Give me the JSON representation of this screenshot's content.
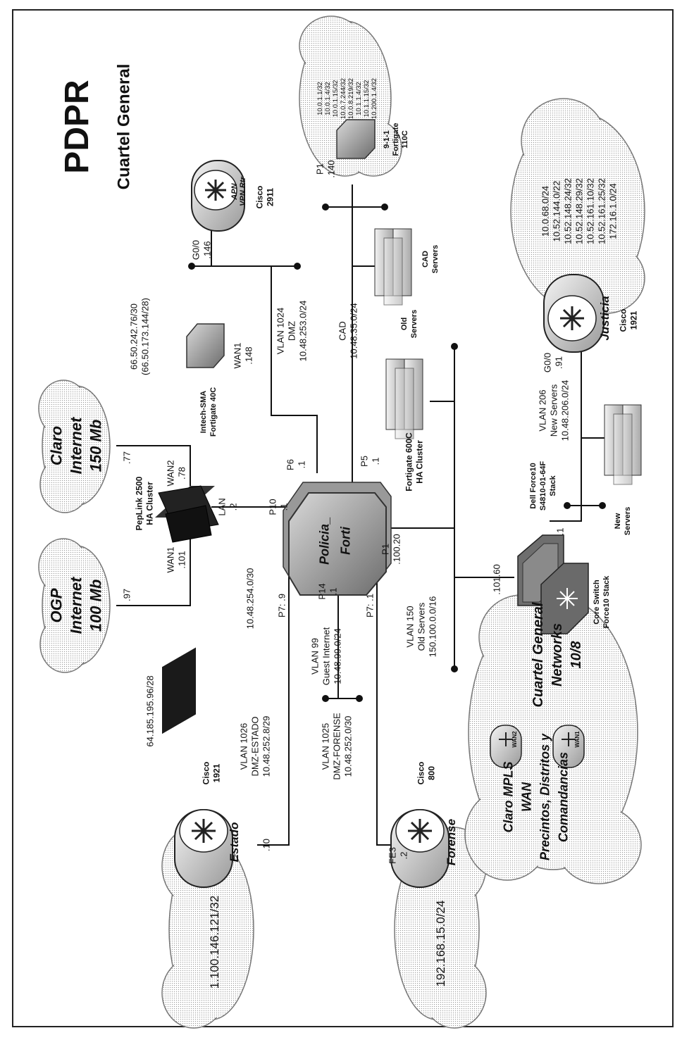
{
  "title": "PDPR",
  "subtitle": "Cuartel General",
  "clouds": {
    "ogp": {
      "lines": [
        "OGP",
        "Internet",
        "100 Mb"
      ]
    },
    "claro_internet": {
      "lines": [
        "Claro",
        "Internet",
        "150 Mb"
      ]
    },
    "estado_net": {
      "label": "1.100.146.121/32"
    },
    "forense_net": {
      "label": "192.168.15.0/24"
    },
    "mpls": {
      "lines": [
        "Claro MPLS",
        "WAN",
        "Precintos, Distritos y",
        "Comandancias"
      ]
    },
    "cg_networks": {
      "lines": [
        "Cuartel General",
        "Networks",
        "10/8"
      ]
    },
    "justicia_net": {
      "lines": [
        "10.0.68.0/24",
        "10.52.144.0/22",
        "10.52.148.24/32",
        "10.52.148.29/32",
        "10.52.161.10/32",
        "10.52.161.25/32",
        "172.16.1.0/24"
      ]
    },
    "e911_net": {
      "lines": [
        "10.0.1.1/32",
        "10.0.1.4/32",
        "10.0.1.15/32",
        "10.0.7.244/32",
        "10.0.8.219/32",
        "10.1.1.4/32",
        "10.1.1.15/32",
        "10.200.1.4/32"
      ]
    }
  },
  "routers": {
    "estado": {
      "name": "Estado",
      "model": [
        "Cisco",
        "1921"
      ],
      "ip": ".10"
    },
    "forense": {
      "name": "Forense",
      "model": [
        "Cisco",
        "800"
      ],
      "port": "FE3",
      "ip": ".2"
    },
    "justicia": {
      "name": "Justicia",
      "model": [
        "Cisco",
        "1921"
      ],
      "port": "G0/0",
      "ip": ".91"
    },
    "apn": {
      "name": "APN",
      "sub": "VPN Rtr",
      "model": [
        "Cisco",
        "2911"
      ],
      "port": "G0/0",
      "ip": ".146"
    },
    "mpls_wan2": {
      "tag": "WAN2"
    },
    "mpls_wan1": {
      "tag": "WAN1"
    }
  },
  "firewall": {
    "name_line1": "Policia_",
    "name_line2": "Forti",
    "model": [
      "Fortigate 600C",
      "HA Cluster"
    ],
    "ports": {
      "p10": [
        "P10",
        ".1"
      ],
      "p6": [
        "P6",
        ".1"
      ],
      "p5": [
        "P5",
        ".1"
      ],
      "p7_9": "P7: .9",
      "p14": [
        "P14",
        ".1"
      ],
      "p7_1": "P7: .1",
      "p1": [
        "P1",
        ".100.20"
      ]
    }
  },
  "peplink": {
    "model": [
      "PepLink 2500",
      "HA Cluster"
    ],
    "wan1": [
      "WAN1",
      ".101"
    ],
    "wan2": [
      "WAN2",
      ".78"
    ],
    "lan": [
      "LAN",
      ".2"
    ]
  },
  "links": {
    "ogp_ip": ".97",
    "claro_ip": ".77",
    "ogp_subnet": "64.185.195.96/28",
    "claro_subnet": [
      "66.50.242.76/30",
      "(66.50.173.144/28)"
    ],
    "lan_subnet": "10.48.254.0/30"
  },
  "vlans": {
    "v1026": [
      "VLAN 1026",
      "DMZ-ESTADO",
      "10.48.252.8/29"
    ],
    "v99": [
      "VLAN 99",
      "Guest Internet",
      "10.48.99.0/24"
    ],
    "v1025": [
      "VLAN 1025",
      "DMZ-FORENSE",
      "10.48.252.0/30"
    ],
    "v150": [
      "VLAN 150",
      "Old Servers",
      "150.100.0.0/16"
    ],
    "v1024": [
      "VLAN 1024",
      "DMZ",
      "10.48.253.0/24"
    ],
    "cad": [
      "CAD",
      "10.48.35.0/24"
    ],
    "v206": [
      "VLAN 206",
      "New Servers",
      "10.48.206.0/24"
    ]
  },
  "devices": {
    "intech": {
      "lines": [
        "Intech-SMA",
        "Fortigate 40C"
      ],
      "port": [
        "WAN1",
        ".148"
      ]
    },
    "fg110": {
      "lines": [
        "9-1-1",
        "Fortigate",
        "110C"
      ],
      "port": [
        "P1",
        ".140"
      ]
    },
    "cad_servers": [
      "CAD",
      "Servers"
    ],
    "old_servers": [
      "Old",
      "Servers"
    ],
    "new_servers": [
      "New",
      "Servers"
    ],
    "dell_stack": [
      "Dell Force10",
      "S4810-01-64F",
      "Stack"
    ],
    "dell_ip": ".1",
    "core_switch": [
      "Core Switch",
      "Force10 Stack"
    ],
    "core_ip": ".101.60"
  }
}
